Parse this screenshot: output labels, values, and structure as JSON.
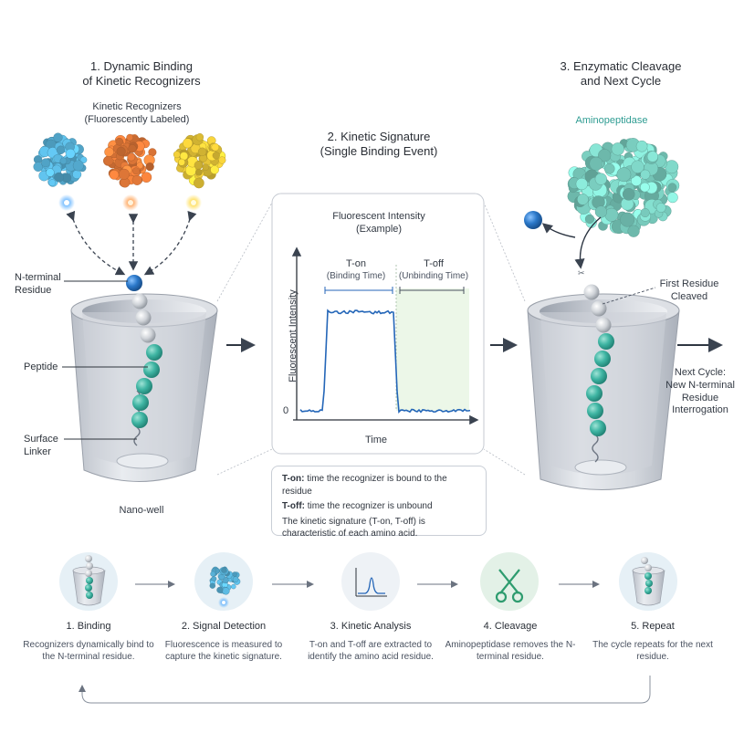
{
  "panel1": {
    "title_line1": "1. Dynamic Binding",
    "title_line2": "of Kinetic Recognizers",
    "recognizers_line1": "Kinetic Recognizers",
    "recognizers_line2": "(Fluorescently Labeled)",
    "n_terminal_line1": "N-terminal",
    "n_terminal_line2": "Residue",
    "peptide": "Peptide",
    "linker_line1": "Surface",
    "linker_line2": "Linker",
    "nanowell": "Nano-well",
    "recognizer_colors": [
      "#5bb8e0",
      "#ee7f3b",
      "#f2cf3a"
    ]
  },
  "panel2": {
    "title_line1": "2. Kinetic Signature",
    "title_line2": "(Single Binding Event)",
    "chart_title_line1": "Fluorescent Intensity",
    "chart_title_line2": "(Example)",
    "ton_label": "T-on",
    "ton_sub": "(Binding Time)",
    "toff_label": "T-off",
    "toff_sub": "(Unbinding Time)",
    "ylabel": "Fluorescent Intensity",
    "xlabel": "Time",
    "zero": "0",
    "def_ton_key": "T-on:",
    "def_ton": " time the recognizer is bound to the residue",
    "def_toff_key": "T-off:",
    "def_toff": " time the recognizer is unbound",
    "def_summary": "The kinetic signature (T-on, T-off) is characteristic of each amino acid."
  },
  "panel3": {
    "title_line1": "3. Enzymatic Cleavage",
    "title_line2": "and Next Cycle",
    "enzyme": "Aminopeptidase",
    "cleaved_line1": "First Residue",
    "cleaved_line2": "Cleaved",
    "next_line1": "Next Cycle:",
    "next_line2": "New N-terminal",
    "next_line3": "Residue",
    "next_line4": "Interrogation"
  },
  "steps": [
    {
      "title": "1. Binding",
      "desc": "Recognizers dynamically bind to the N-terminal residue.",
      "icon": "nanowell-icon"
    },
    {
      "title": "2. Signal Detection",
      "desc": "Fluorescence is measured to capture the kinetic signature.",
      "icon": "recognizer-icon"
    },
    {
      "title": "3. Kinetic Analysis",
      "desc": "T-on and T-off are extracted to identify the amino acid residue.",
      "icon": "chart-icon"
    },
    {
      "title": "4. Cleavage",
      "desc": "Aminopeptidase removes the N-terminal residue.",
      "icon": "scissors-icon"
    },
    {
      "title": "5. Repeat",
      "desc": "The cycle repeats for the next residue.",
      "icon": "nanowell-icon"
    }
  ],
  "colors": {
    "teal": "#3fb5a3",
    "blue_residue": "#2b78c9",
    "signal": "#2466b8",
    "well": "#c8ccd3"
  }
}
